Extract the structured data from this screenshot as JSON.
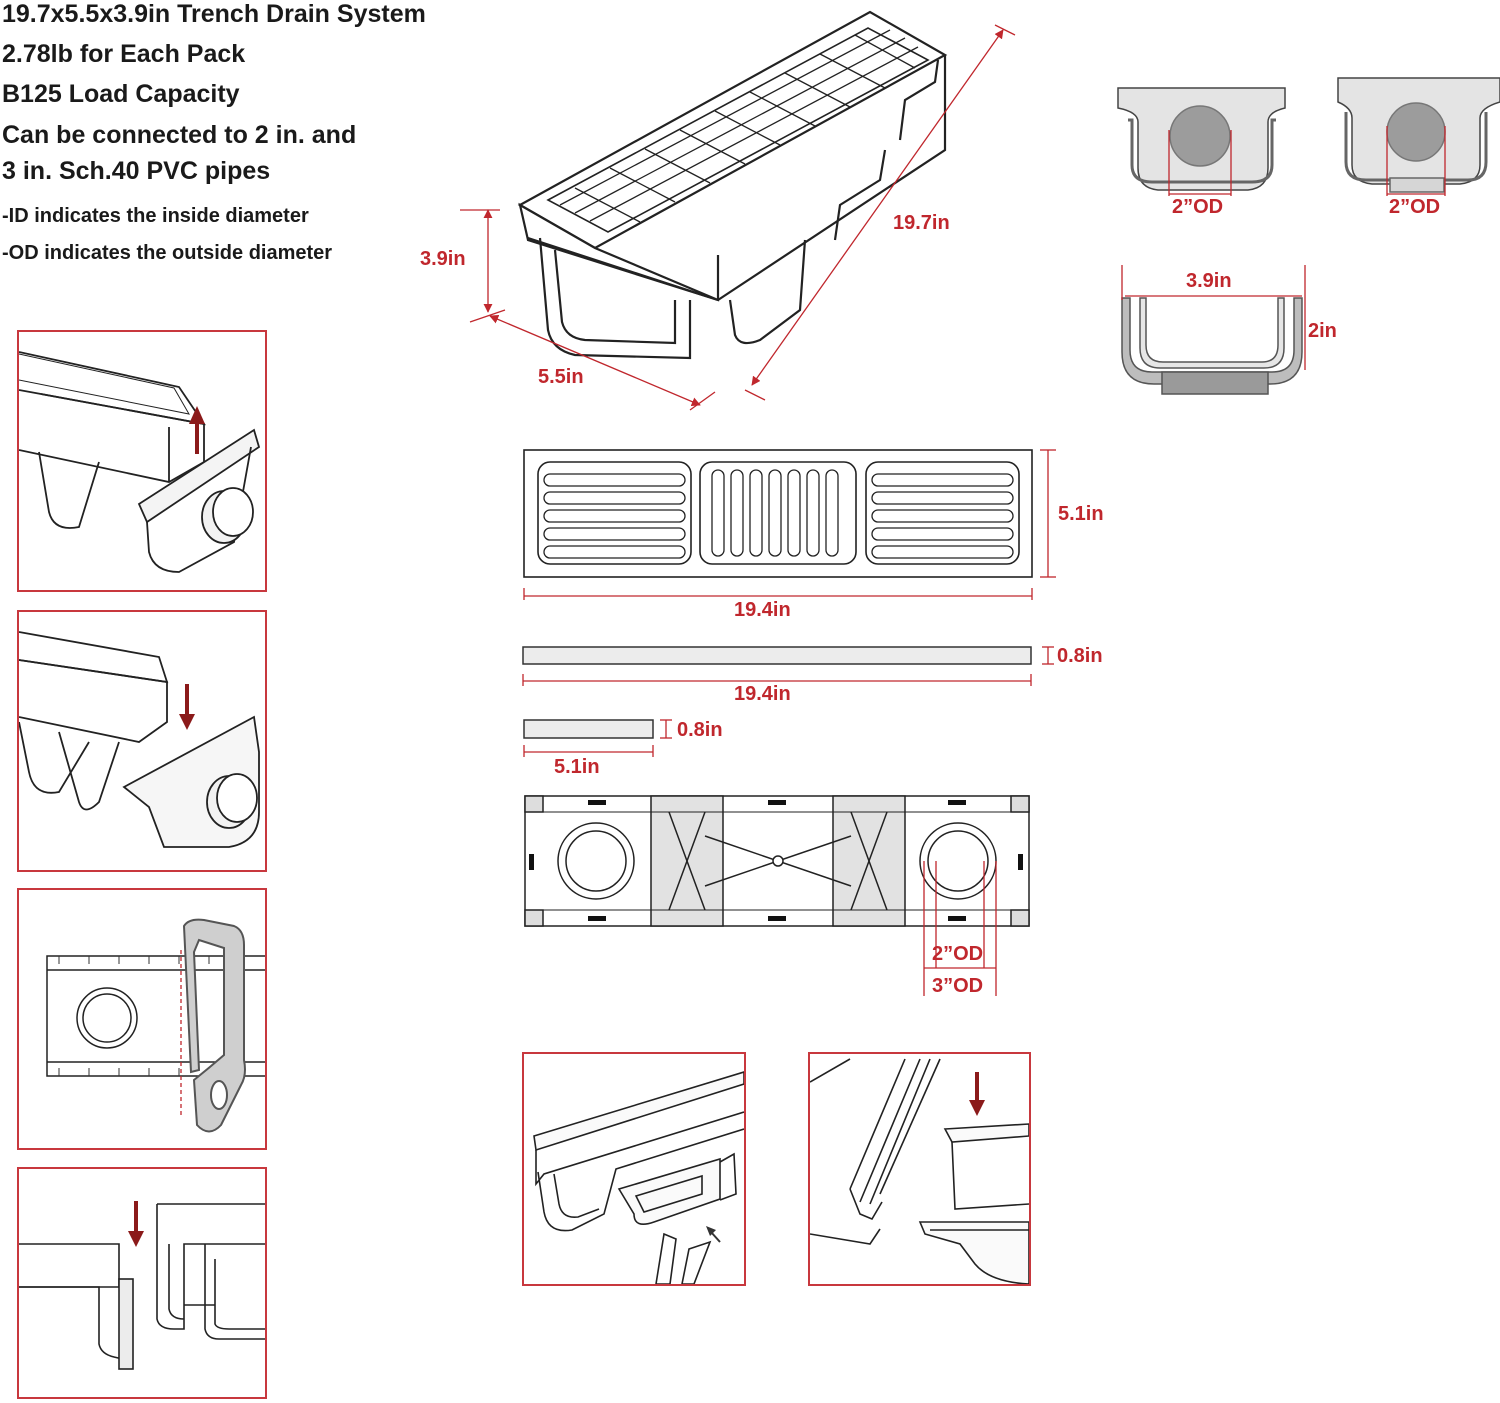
{
  "specs": {
    "title": "19.7x5.5x3.9in Trench Drain System",
    "weight": "2.78lb for Each Pack",
    "load": "B125 Load Capacity",
    "connect_line1": "Can be connected to 2 in. and",
    "connect_line2": "3 in. Sch.40 PVC pipes",
    "id_note": "-ID indicates the inside diameter",
    "od_note": "-OD indicates the outside diameter"
  },
  "dimensions": {
    "height": "3.9in",
    "width": "5.5in",
    "length": "19.7in",
    "endcap_left_od": "2”OD",
    "endcap_right_od": "2”OD",
    "channel_inner_width": "3.9in",
    "channel_depth": "2in",
    "grate_height": "5.1in",
    "grate_length": "19.4in",
    "strip_thickness": "0.8in",
    "strip_length": "19.4in",
    "short_strip_thickness": "0.8in",
    "short_strip_length": "5.1in",
    "outlet_inner_od": "2”OD",
    "outlet_outer_od": "3”OD"
  },
  "colors": {
    "accent": "#c0272d",
    "panel_border": "#c8383e",
    "line": "#222222",
    "fill_gray": "#cfcfcf"
  }
}
